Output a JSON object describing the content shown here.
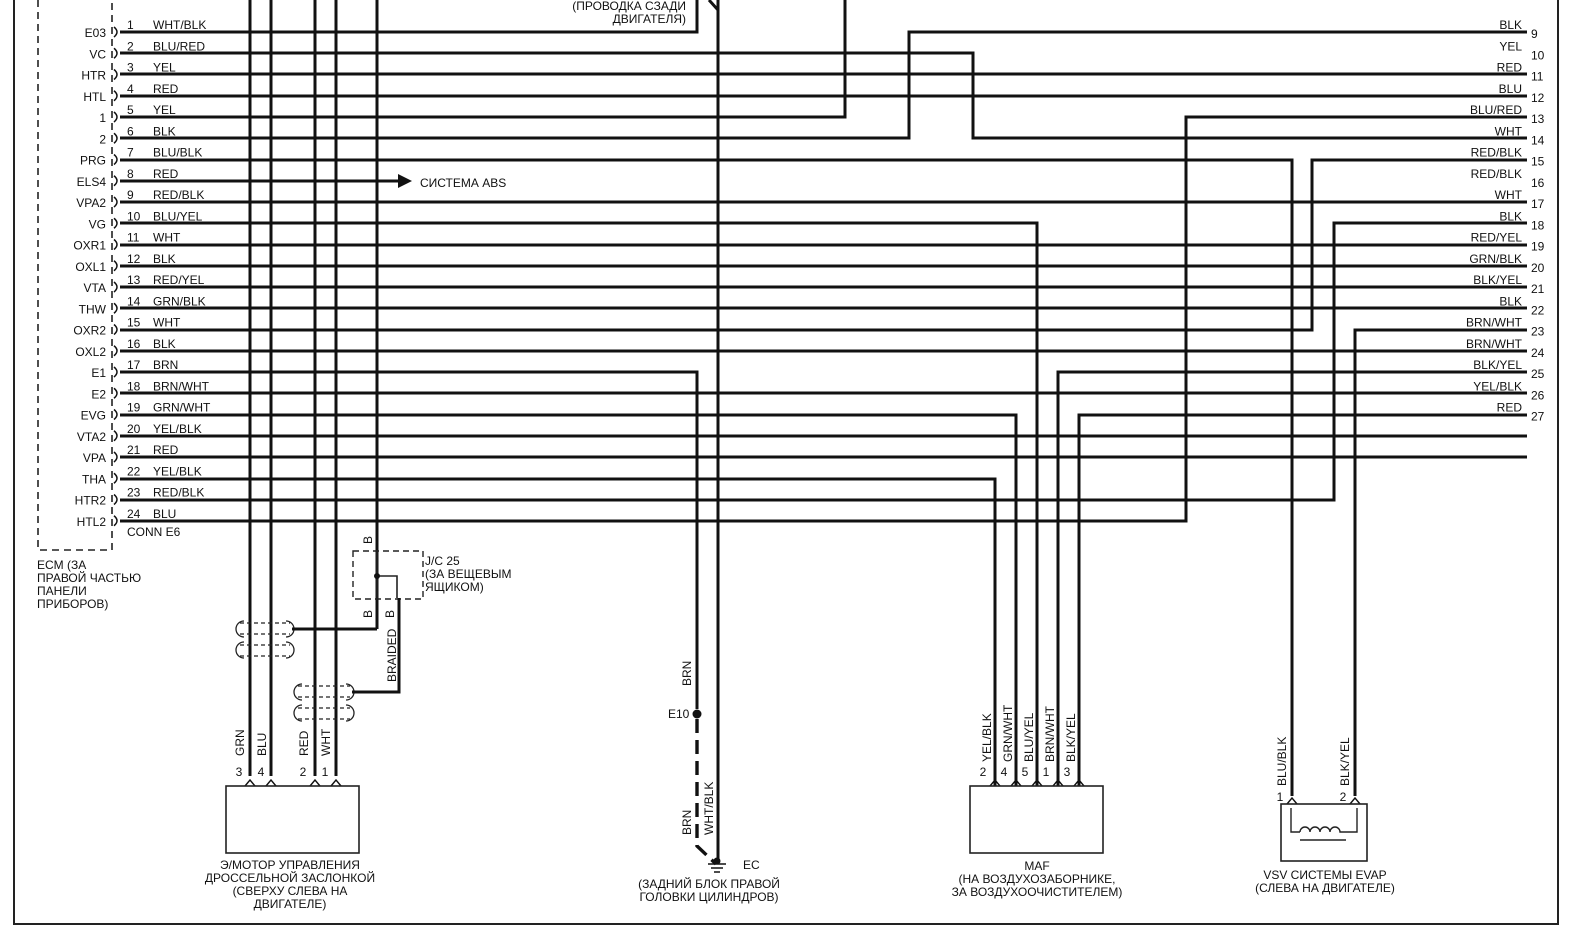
{
  "header_note": [
    "(ПРОВОДКА СЗАДИ",
    "ДВИГАТЕЛЯ)"
  ],
  "ecm": {
    "caption": [
      "ECM (ЗА",
      "ПРАВОЙ ЧАСТЬЮ",
      "ПАНЕЛИ",
      "ПРИБОРОВ)"
    ],
    "connector": "CONN E6",
    "pins": [
      {
        "sig": "E03",
        "num": "1",
        "color": "WHT/BLK"
      },
      {
        "sig": "VC",
        "num": "2",
        "color": "BLU/RED"
      },
      {
        "sig": "HTR",
        "num": "3",
        "color": "YEL"
      },
      {
        "sig": "HTL",
        "num": "4",
        "color": "RED"
      },
      {
        "sig": "1",
        "num": "5",
        "color": "YEL"
      },
      {
        "sig": "2",
        "num": "6",
        "color": "BLK"
      },
      {
        "sig": "PRG",
        "num": "7",
        "color": "BLU/BLK"
      },
      {
        "sig": "ELS4",
        "num": "8",
        "color": "RED"
      },
      {
        "sig": "VPA2",
        "num": "9",
        "color": "RED/BLK"
      },
      {
        "sig": "VG",
        "num": "10",
        "color": "BLU/YEL"
      },
      {
        "sig": "OXR1",
        "num": "11",
        "color": "WHT"
      },
      {
        "sig": "OXL1",
        "num": "12",
        "color": "BLK"
      },
      {
        "sig": "VTA",
        "num": "13",
        "color": "RED/YEL"
      },
      {
        "sig": "THW",
        "num": "14",
        "color": "GRN/BLK"
      },
      {
        "sig": "OXR2",
        "num": "15",
        "color": "WHT"
      },
      {
        "sig": "OXL2",
        "num": "16",
        "color": "BLK"
      },
      {
        "sig": "E1",
        "num": "17",
        "color": "BRN"
      },
      {
        "sig": "E2",
        "num": "18",
        "color": "BRN/WHT"
      },
      {
        "sig": "EVG",
        "num": "19",
        "color": "GRN/WHT"
      },
      {
        "sig": "VTA2",
        "num": "20",
        "color": "YEL/BLK"
      },
      {
        "sig": "VPA",
        "num": "21",
        "color": "RED"
      },
      {
        "sig": "THA",
        "num": "22",
        "color": "YEL/BLK"
      },
      {
        "sig": "HTR2",
        "num": "23",
        "color": "RED/BLK"
      },
      {
        "sig": "HTL2",
        "num": "24",
        "color": "BLU"
      }
    ]
  },
  "right_outputs": [
    {
      "color": "BLK",
      "num": "9"
    },
    {
      "color": "YEL",
      "num": "10"
    },
    {
      "color": "RED",
      "num": "11"
    },
    {
      "color": "BLU",
      "num": "12"
    },
    {
      "color": "BLU/RED",
      "num": "13"
    },
    {
      "color": "WHT",
      "num": "14"
    },
    {
      "color": "RED/BLK",
      "num": "15"
    },
    {
      "color": "RED/BLK",
      "num": "16"
    },
    {
      "color": "WHT",
      "num": "17"
    },
    {
      "color": "BLK",
      "num": "18"
    },
    {
      "color": "RED/YEL",
      "num": "19"
    },
    {
      "color": "GRN/BLK",
      "num": "20"
    },
    {
      "color": "BLK/YEL",
      "num": "21"
    },
    {
      "color": "BLK",
      "num": "22"
    },
    {
      "color": "BRN/WHT",
      "num": "23"
    },
    {
      "color": "BRN/WHT",
      "num": "24"
    },
    {
      "color": "BLK/YEL",
      "num": "25"
    },
    {
      "color": "YEL/BLK",
      "num": "26"
    },
    {
      "color": "RED",
      "num": "27"
    }
  ],
  "abs_label": "СИСТЕМА ABS",
  "jc": {
    "pin": "B",
    "caption": [
      "J/C 25",
      "(ЗА ВЕЩЕВЫМ",
      "ЯЩИКОМ)"
    ]
  },
  "braided": "BRAIDED",
  "throttle": {
    "wires": [
      {
        "num": "3",
        "color": "GRN"
      },
      {
        "num": "4",
        "color": "BLU"
      },
      {
        "num": "2",
        "color": "RED"
      },
      {
        "num": "1",
        "color": "WHT"
      }
    ],
    "caption": [
      "Э/МОТОР УПРАВЛЕНИЯ",
      "ДРОССЕЛЬНОЙ ЗАСЛОНКОЙ",
      "(СВЕРХУ СЛЕВА НА",
      "ДВИГАТЕЛЕ)"
    ]
  },
  "ground": {
    "wire_top": "BRN",
    "splice": "E10",
    "wire_a": "BRN",
    "wire_b": "WHT/BLK",
    "point": "EC",
    "caption": [
      "(ЗАДНИЙ БЛОК ПРАВОЙ",
      "ГОЛОВКИ ЦИЛИНДРОВ)"
    ]
  },
  "maf": {
    "wires": [
      {
        "num": "2",
        "color": "YEL/BLK"
      },
      {
        "num": "4",
        "color": "GRN/WHT"
      },
      {
        "num": "5",
        "color": "BLU/YEL"
      },
      {
        "num": "1",
        "color": "BRN/WHT"
      },
      {
        "num": "3",
        "color": "BLK/YEL"
      }
    ],
    "caption": [
      "MAF",
      "(НА ВОЗДУХОЗАБОРНИКЕ,",
      "ЗА ВОЗДУХООЧИСТИТЕЛЕМ)"
    ]
  },
  "vsv": {
    "wires": [
      {
        "num": "1",
        "color": "BLU/BLK"
      },
      {
        "num": "2",
        "color": "BLK/YEL"
      }
    ],
    "caption": [
      "VSV СИСТЕМЫ EVAP",
      "(СЛЕВА НА ДВИГАТЕЛЕ)"
    ]
  }
}
